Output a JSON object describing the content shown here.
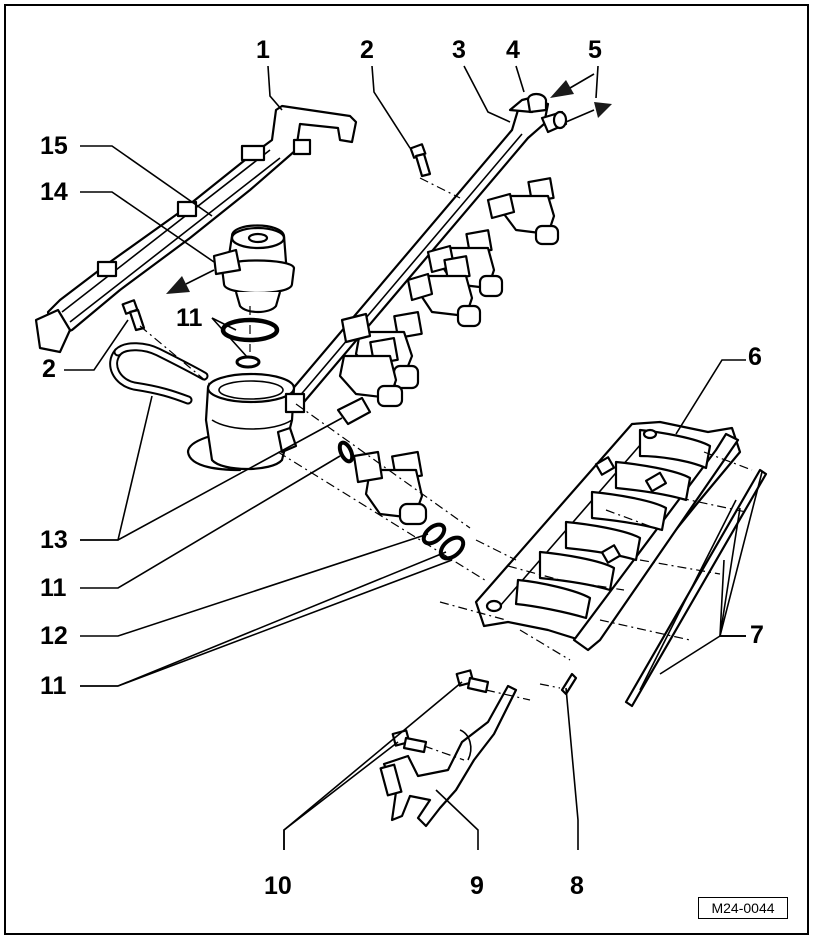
{
  "figure": {
    "reference_code": "M24-0044",
    "callouts": [
      {
        "id": "c1",
        "label": "1"
      },
      {
        "id": "c2a",
        "label": "2"
      },
      {
        "id": "c3",
        "label": "3"
      },
      {
        "id": "c4",
        "label": "4"
      },
      {
        "id": "c5",
        "label": "5"
      },
      {
        "id": "c15",
        "label": "15"
      },
      {
        "id": "c14",
        "label": "14"
      },
      {
        "id": "c11a",
        "label": "11"
      },
      {
        "id": "c2b",
        "label": "2"
      },
      {
        "id": "c6",
        "label": "6"
      },
      {
        "id": "c13",
        "label": "13"
      },
      {
        "id": "c11b",
        "label": "11"
      },
      {
        "id": "c12",
        "label": "12"
      },
      {
        "id": "c7",
        "label": "7"
      },
      {
        "id": "c11c",
        "label": "11"
      },
      {
        "id": "c10",
        "label": "10"
      },
      {
        "id": "c9",
        "label": "9"
      },
      {
        "id": "c8",
        "label": "8"
      }
    ]
  },
  "icons": {
    "arrow": "arrow-icon"
  }
}
